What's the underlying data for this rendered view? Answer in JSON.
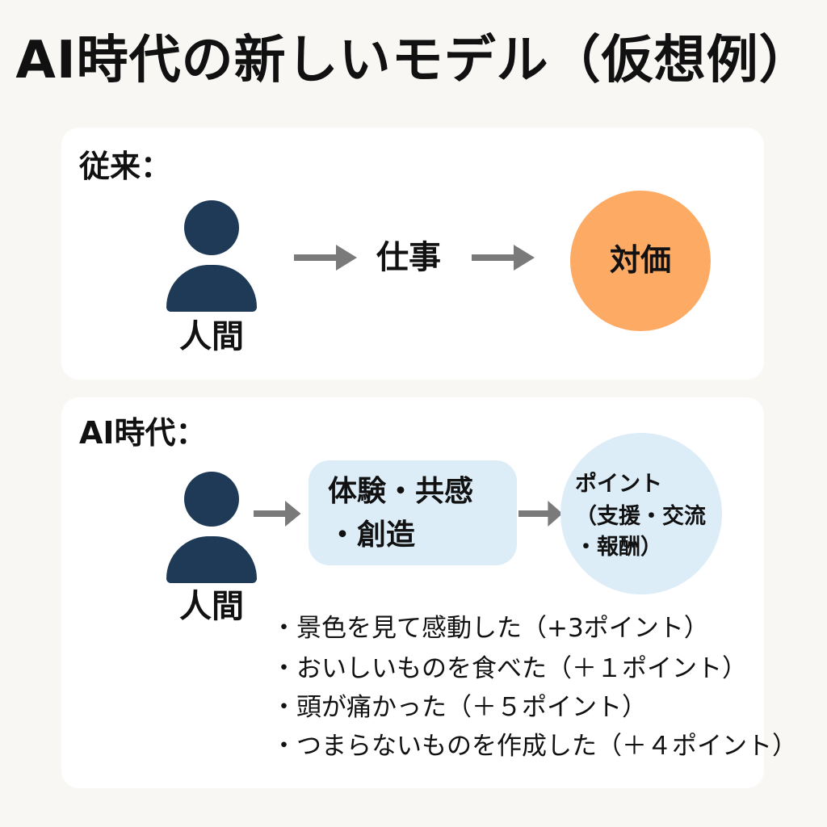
{
  "title": "AI時代の新しいモデル（仮想例）",
  "colors": {
    "background": "#f8f7f4",
    "panel": "#ffffff",
    "person": "#1f3a57",
    "arrow": "#7a7a7a",
    "reward_circle": "#fcaa64",
    "experience_box": "#dcedf8",
    "points_circle": "#dcedf8"
  },
  "traditional": {
    "label": "従来：",
    "person_label": "人間",
    "work": "仕事",
    "reward": "対価"
  },
  "ai_era": {
    "label": "AI時代：",
    "person_label": "人間",
    "experience_lines": [
      "体験・共感",
      "・創造"
    ],
    "points_lines": [
      "ポイント",
      "（支援・交流",
      "・報酬）"
    ],
    "examples": [
      "・景色を見て感動した（+3ポイント）",
      "・おいしいものを食べた（＋１ポイント）",
      "・頭が痛かった（＋５ポイント）",
      "・つまらないものを作成した（＋４ポイント）"
    ]
  }
}
